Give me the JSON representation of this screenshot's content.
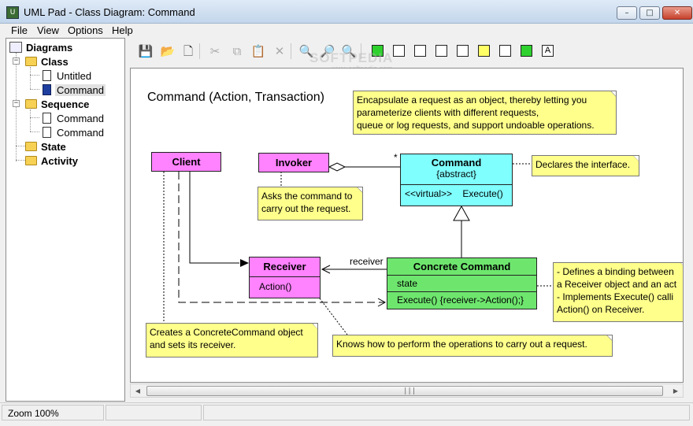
{
  "window": {
    "title": "UML Pad - Class Diagram: Command",
    "app_icon": "uml-pad-app-icon",
    "buttons": {
      "minimize": "–",
      "maximize": "□",
      "close": "✕"
    }
  },
  "menu": [
    "File",
    "View",
    "Options",
    "Help"
  ],
  "tree": {
    "root": "Diagrams",
    "groups": [
      {
        "label": "Class",
        "children": [
          "Untitled",
          "Command"
        ],
        "selected_child": "Command"
      },
      {
        "label": "Sequence",
        "children": [
          "Command",
          "Command"
        ]
      },
      {
        "label": "State",
        "children": []
      },
      {
        "label": "Activity",
        "children": []
      }
    ]
  },
  "toolbar": {
    "icons": [
      "save-icon",
      "open-icon",
      "new-icon",
      "cut-icon",
      "copy-icon",
      "paste-icon",
      "delete-icon",
      "zoom-in-icon",
      "zoom-out-icon",
      "zoom-fit-icon",
      "class-tool-icon",
      "association-tool-icon",
      "dependency-tool-icon",
      "generalization-tool-icon",
      "aggregation-tool-icon",
      "note-tool-icon",
      "note-link-tool-icon",
      "package-tool-icon",
      "text-tool-icon"
    ],
    "watermark": "SOFTPEDIA",
    "watermark_url": "www.softpedia.com"
  },
  "diagram": {
    "title": "Command (Action, Transaction)",
    "notes": {
      "intent": [
        "Encapsulate a request as an object, thereby letting you",
        "parameterize clients with different requests,",
        "queue or log requests, and support undoable operations."
      ],
      "declares": "Declares the interface.",
      "invoker_note": [
        "Asks the command to",
        "carry out the request."
      ],
      "binding": [
        "- Defines a binding between",
        "a Receiver object and an act",
        "- Implements Execute() calli",
        "Action() on Receiver."
      ],
      "client_note": [
        "Creates a ConcreteCommand object",
        "and sets its receiver."
      ],
      "receiver_note": "Knows how to perform the operations to carry out a request."
    },
    "classes": {
      "client": "Client",
      "invoker": "Invoker",
      "command": {
        "name": "Command",
        "stereotype": "{abstract}",
        "operation": "<<virtual>>    Execute()"
      },
      "receiver": {
        "name": "Receiver",
        "operation": "Action()"
      },
      "concrete": {
        "name": "Concrete Command",
        "attribute": "state",
        "operation": "Execute() {receiver->Action();}"
      }
    },
    "labels": {
      "receiver_role": "receiver",
      "multiplicity": "*"
    }
  },
  "scrollbar": {
    "left_arrow": "◀",
    "right_arrow": "▶",
    "grip": "|||"
  },
  "status": {
    "zoom": "Zoom 100%"
  }
}
